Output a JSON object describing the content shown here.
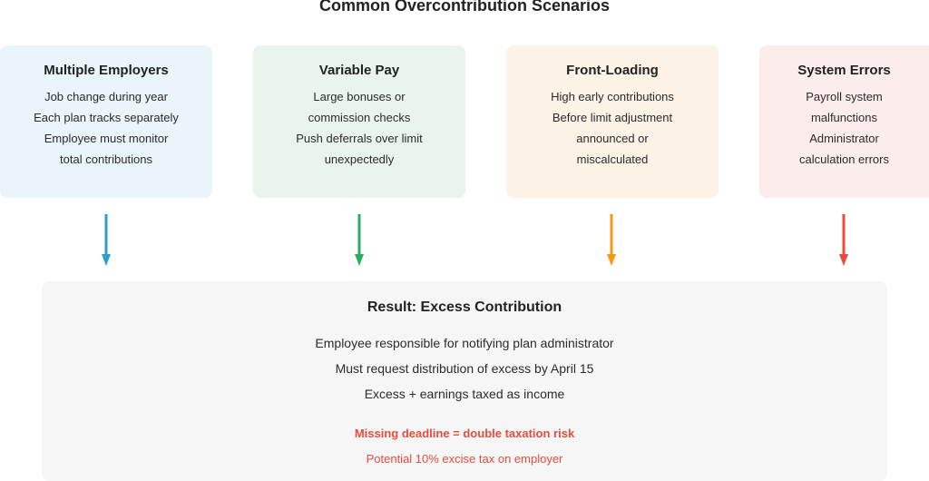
{
  "title": "Common Overcontribution Scenarios",
  "scenarios": [
    {
      "title": "Multiple Employers",
      "lines": [
        "Job change during year",
        "Each plan tracks separately",
        "Employee must monitor",
        "total contributions"
      ],
      "bg": "#eaf4fb",
      "arrow": "#2e9fc9"
    },
    {
      "title": "Variable Pay",
      "lines": [
        "Large bonuses or",
        "commission checks",
        "Push deferrals over limit",
        "unexpectedly"
      ],
      "bg": "#e9f5ec",
      "arrow": "#27ae60"
    },
    {
      "title": "Front-Loading",
      "lines": [
        "High early contributions",
        "Before limit adjustment",
        "announced or",
        "miscalculated"
      ],
      "bg": "#fdf2e6",
      "arrow": "#f39c12"
    },
    {
      "title": "System Errors",
      "lines": [
        "Payroll system",
        "malfunctions",
        "Administrator",
        "calculation errors"
      ],
      "bg": "#fdecec",
      "arrow": "#e74c3c"
    }
  ],
  "result": {
    "title": "Result: Excess Contribution",
    "lines": [
      "Employee responsible for notifying plan administrator",
      "Must request distribution of excess by April 15",
      "Excess + earnings taxed as income"
    ],
    "warning_strong": "Missing deadline = double taxation risk",
    "warning": "Potential 10% excise tax on employer",
    "warning_color": "#e74c3c"
  }
}
